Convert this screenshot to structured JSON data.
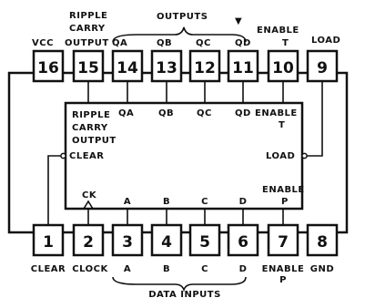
{
  "top_header": {
    "ripple": "RIPPLE",
    "carry": "CARRY",
    "outputs": "OUTPUTS",
    "star": "▼",
    "enable": "ENABLE"
  },
  "top_pins": [
    {
      "num": "16",
      "label": "VCC"
    },
    {
      "num": "15",
      "label": "OUTPUT"
    },
    {
      "num": "14",
      "label": "QA"
    },
    {
      "num": "13",
      "label": "QB"
    },
    {
      "num": "12",
      "label": "QC"
    },
    {
      "num": "11",
      "label": "QD"
    },
    {
      "num": "10",
      "label": "T"
    },
    {
      "num": "9",
      "label": "LOAD"
    }
  ],
  "bottom_pins": [
    {
      "num": "1",
      "label": "CLEAR"
    },
    {
      "num": "2",
      "label": "CLOCK"
    },
    {
      "num": "3",
      "label": "A"
    },
    {
      "num": "4",
      "label": "B"
    },
    {
      "num": "5",
      "label": "C"
    },
    {
      "num": "6",
      "label": "D"
    },
    {
      "num": "7",
      "label": "ENABLE"
    },
    {
      "num": "8",
      "label": "GND"
    }
  ],
  "bottom_sub": {
    "enable_p": "P",
    "data_inputs": "DATA INPUTS"
  },
  "chip": {
    "ripple": "RIPPLE",
    "carry": "CARRY",
    "output": "OUTPUT",
    "clear": "CLEAR",
    "qa": "QA",
    "qb": "QB",
    "qc": "QC",
    "qd": "QD",
    "enable_t_1": "ENABLE",
    "enable_t_2": "T",
    "load": "LOAD",
    "ck": "CK",
    "a": "A",
    "b": "B",
    "c": "C",
    "d": "D",
    "enable_p_1": "ENABLE",
    "enable_p_2": "P"
  }
}
